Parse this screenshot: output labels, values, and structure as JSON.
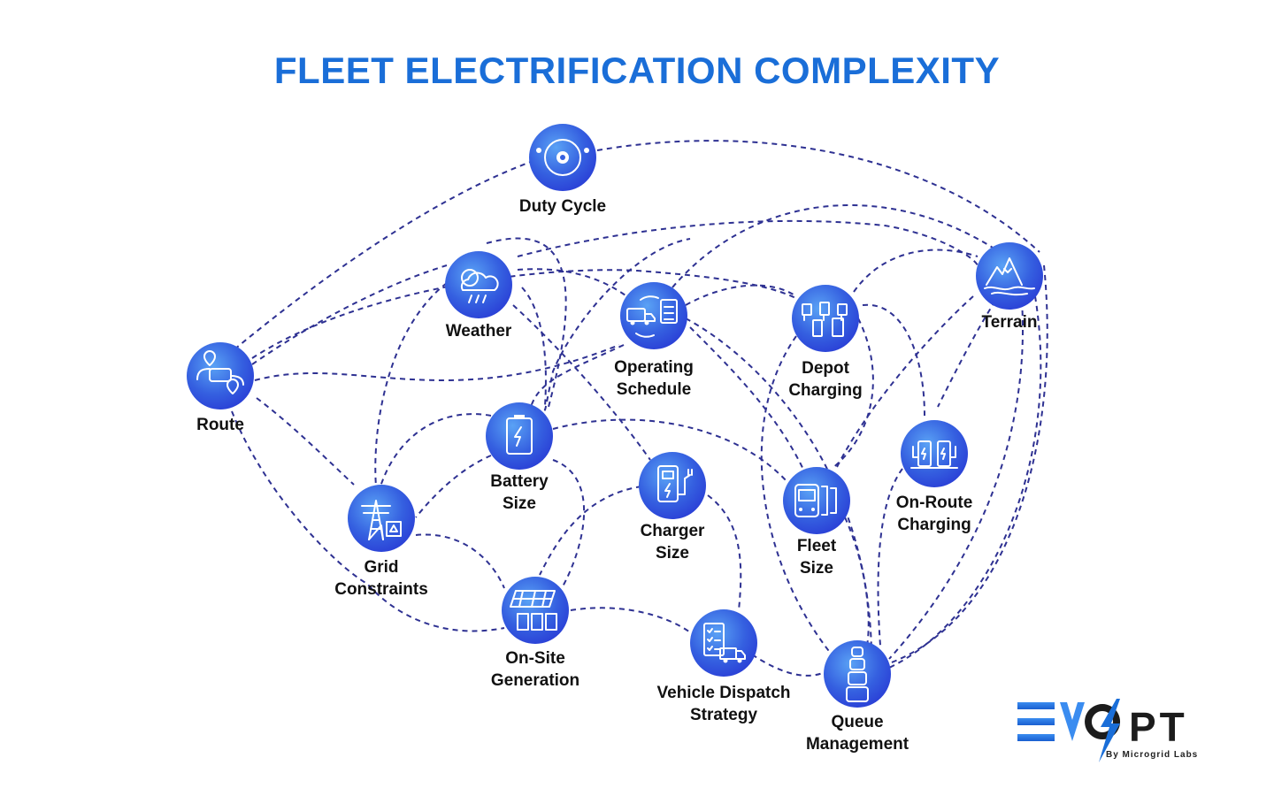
{
  "title": "FLEET ELECTRIFICATION COMPLEXITY",
  "colors": {
    "title": "#1a6ed8",
    "node_dark": "#2a3fd6",
    "node_light": "#4a90f0",
    "edge": "#2e3192"
  },
  "nodes": [
    {
      "id": "duty-cycle",
      "label": [
        "Duty Cycle"
      ],
      "icon": "duty-cycle-icon"
    },
    {
      "id": "weather",
      "label": [
        "Weather"
      ],
      "icon": "weather-icon"
    },
    {
      "id": "operating-schedule",
      "label": [
        "Operating",
        "Schedule"
      ],
      "icon": "operating-schedule-icon"
    },
    {
      "id": "depot-charging",
      "label": [
        "Depot",
        "Charging"
      ],
      "icon": "depot-charging-icon"
    },
    {
      "id": "terrain",
      "label": [
        "Terrain"
      ],
      "icon": "terrain-icon"
    },
    {
      "id": "route",
      "label": [
        "Route"
      ],
      "icon": "route-icon"
    },
    {
      "id": "battery-size",
      "label": [
        "Battery",
        "Size"
      ],
      "icon": "battery-icon"
    },
    {
      "id": "charger-size",
      "label": [
        "Charger",
        "Size"
      ],
      "icon": "charger-icon"
    },
    {
      "id": "fleet-size",
      "label": [
        "Fleet",
        "Size"
      ],
      "icon": "fleet-icon"
    },
    {
      "id": "on-route-charging",
      "label": [
        "On-Route",
        "Charging"
      ],
      "icon": "on-route-charging-icon"
    },
    {
      "id": "grid-constraints",
      "label": [
        "Grid",
        "Constraints"
      ],
      "icon": "grid-tower-icon"
    },
    {
      "id": "on-site-generation",
      "label": [
        "On-Site",
        "Generation"
      ],
      "icon": "solar-panel-icon"
    },
    {
      "id": "vehicle-dispatch-strategy",
      "label": [
        "Vehicle Dispatch",
        "Strategy"
      ],
      "icon": "dispatch-icon"
    },
    {
      "id": "queue-management",
      "label": [
        "Queue",
        "Management"
      ],
      "icon": "queue-icon"
    }
  ],
  "logo": {
    "text_ev": "EV",
    "text_o": "O",
    "text_pt": "PT",
    "tagline": "By Microgrid Labs"
  }
}
